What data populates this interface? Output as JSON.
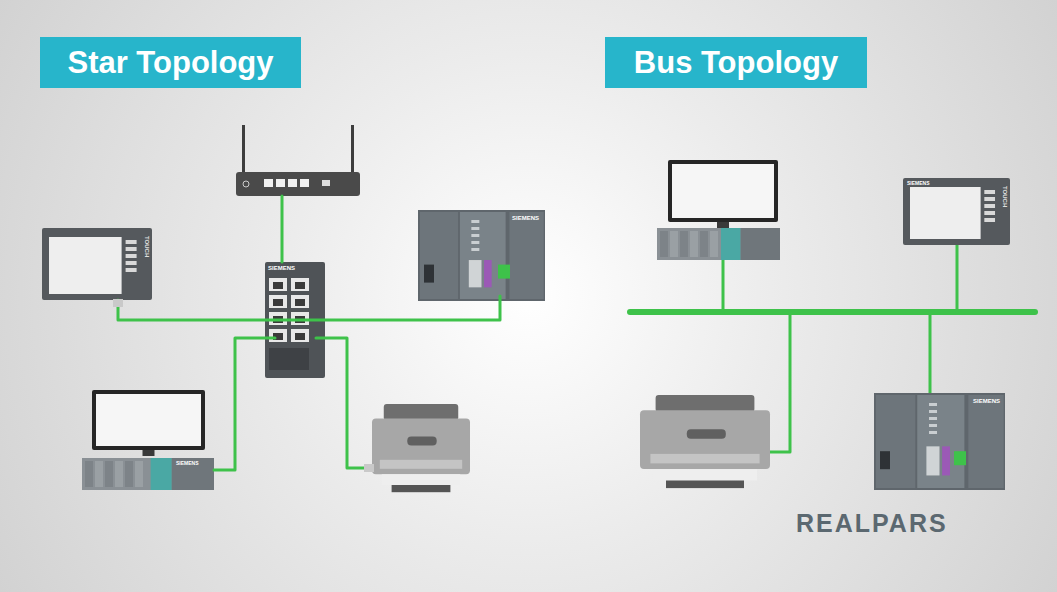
{
  "diagram": {
    "nodes": [
      {
        "text": [
          "Star Topology"
        ]
      },
      {
        "text": [
          "Bus Topology"
        ]
      }
    ],
    "labels": [
      "SIEMENS",
      "TOUCH",
      "SIEMENS",
      "SIEMENS",
      "SIEMENS",
      "TOUCH",
      "SIEMENS",
      "REALPARS"
    ]
  }
}
